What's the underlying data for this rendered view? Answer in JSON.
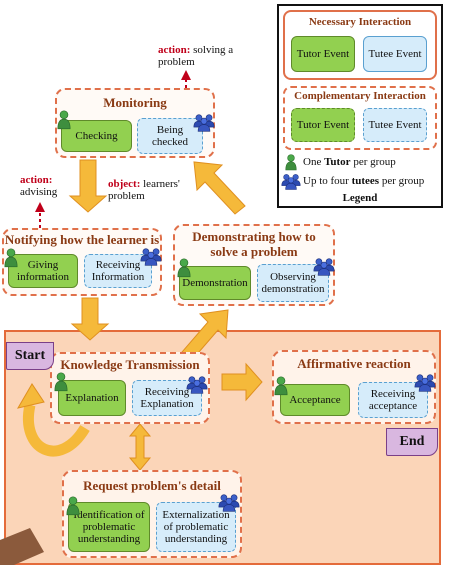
{
  "legend": {
    "necessary_title": "Necessary Interaction",
    "necessary_tutor": "Tutor Event",
    "necessary_tutee": "Tutee Event",
    "complementary_title": "Complementary Interaction",
    "complementary_tutor": "Tutor Event",
    "complementary_tutee": "Tutee Event",
    "one_prefix": "One ",
    "one_bold": "Tutor",
    "one_suffix": " per group",
    "four_prefix": "Up to four ",
    "four_bold": "tutees",
    "four_suffix": " per group",
    "title": "Legend"
  },
  "monitoring": {
    "title": "Monitoring",
    "tutor": "Checking",
    "tutee": "Being checked",
    "action_label": "action:",
    "action_text": " solving a problem"
  },
  "notifying": {
    "title": "Notifying how the learner is",
    "tutor": "Giving information",
    "tutee": "Receiving Information",
    "action_label": "action:",
    "action_text": "advising",
    "object_label": "object:",
    "object_text": " learners' problem"
  },
  "demonstrating": {
    "title": "Demonstrating how to solve a problem",
    "tutor": "Demonstration",
    "tutee": "Observing demonstration"
  },
  "knowledge": {
    "title": "Knowledge Transmission",
    "tutor": "Explanation",
    "tutee": "Receiving Explanation"
  },
  "affirmative": {
    "title": "Affirmative reaction",
    "tutor": "Acceptance",
    "tutee": "Receiving acceptance"
  },
  "request": {
    "title": "Request problem's detail",
    "tutor": "Identification of problematic understanding",
    "tutee": "Externalization of problematic understanding"
  },
  "start_label": "Start",
  "end_label": "End",
  "colors": {
    "tutor_fill": "#92d050",
    "tutee_fill": "#d6ecfa",
    "dashed_border": "#e0704a",
    "big_panel": "#fbd5b8",
    "arrow": "#f5b93a",
    "red_text": "#c0001a",
    "tab_fill": "#d9b7e0"
  },
  "icons": {
    "tutor": "single-person-icon",
    "tutees": "group-of-people-icon"
  }
}
